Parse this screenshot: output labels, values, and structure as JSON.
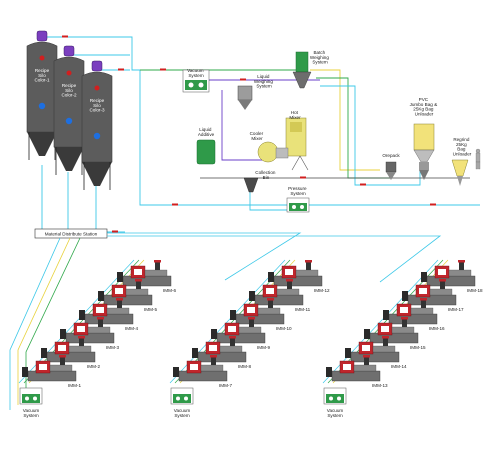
{
  "silos": [
    {
      "label_lines": [
        "Recipe",
        "Silo",
        "Color-1"
      ]
    },
    {
      "label_lines": [
        "Recipe",
        "Silo",
        "Color-2"
      ]
    },
    {
      "label_lines": [
        "Recipe",
        "Silo",
        "Color-3"
      ]
    }
  ],
  "equipment": {
    "vacuum_top": {
      "label_lines": [
        "Vacuum",
        "System"
      ]
    },
    "liquid_weighing": {
      "label_lines": [
        "Liquid",
        "Weighing",
        "System"
      ]
    },
    "batch_weighing": {
      "label_lines": [
        "Batch",
        "Weighing",
        "System"
      ]
    },
    "liquid_additive": {
      "label_lines": [
        "Liquid",
        "Additive"
      ]
    },
    "hot_mixer": {
      "label_lines": [
        "Hot",
        "Mixer"
      ]
    },
    "cooler_mixer": {
      "label_lines": [
        "Cooler",
        "Mixer"
      ]
    },
    "collection_bin": {
      "label_lines": [
        "Collection",
        "Bin"
      ]
    },
    "pressure_system": {
      "label_lines": [
        "Pressure",
        "System"
      ]
    },
    "pvc_unloader": {
      "label_lines": [
        "PVC",
        "Jumbo Bag &",
        "25Kg Bag",
        "Unloader"
      ]
    },
    "regrind_unloader": {
      "label_lines": [
        "Regrind",
        "25Kg",
        "Bag",
        "Unloader"
      ]
    },
    "orepack": {
      "label_lines": [
        "Orepack"
      ]
    }
  },
  "distribution_station": {
    "label": "Material Distribute Station"
  },
  "imm_groups": [
    {
      "machines": [
        "IMM-1",
        "IMM-2",
        "IMM-3",
        "IMM-4",
        "IMM-5",
        "IMM-6"
      ],
      "vacuum_lines": [
        "Vacuum",
        "System"
      ]
    },
    {
      "machines": [
        "IMM-7",
        "IMM-8",
        "IMM-9",
        "IMM-10",
        "IMM-11",
        "IMM-12"
      ],
      "vacuum_lines": [
        "Vacuum",
        "System"
      ]
    },
    {
      "machines": [
        "IMM-13",
        "IMM-14",
        "IMM-15",
        "IMM-16",
        "IMM-17",
        "IMM-18"
      ],
      "vacuum_lines": [
        "Vacuum",
        "System"
      ]
    }
  ],
  "colors": {
    "silo": "#5c5c5c",
    "silo_dark": "#3a3a3a",
    "valve_purple": "#7b3fbf",
    "sensor_blue": "#1e6fe0",
    "pipe_cyan": "#3cc8e8",
    "pipe_green": "#2fa84a",
    "pipe_yellow": "#e8d23c",
    "pipe_purple": "#6a3fc8",
    "mixer_yellow": "#e9e27a",
    "bag_yellow": "#f2e27a",
    "panel_green": "#2f9a49",
    "imm_red": "#c0262c",
    "imm_grey": "#8a8a8a",
    "arrow_red": "#d11f1f"
  }
}
